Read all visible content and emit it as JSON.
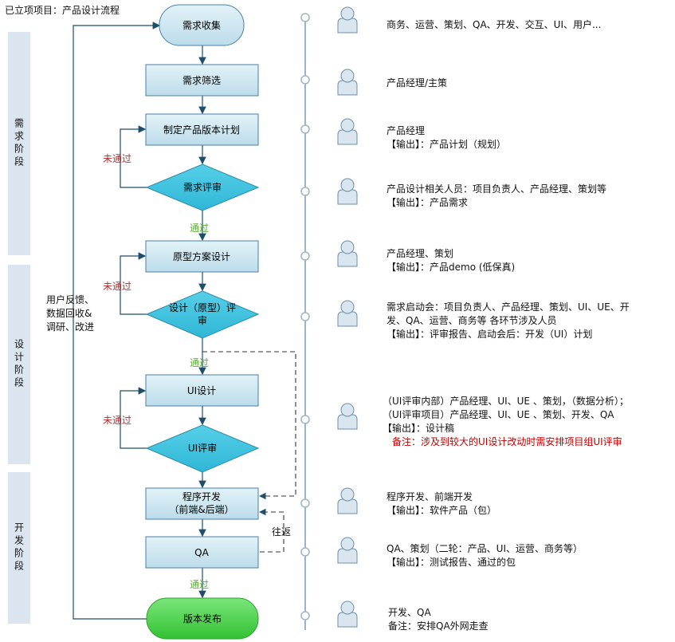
{
  "header": {
    "title": "已立项项目：产品设计流程"
  },
  "phases": [
    {
      "label": "需求阶段"
    },
    {
      "label": "设计阶段"
    },
    {
      "label": "开发阶段"
    }
  ],
  "feedback_loop": {
    "label": "用户反馈、数据回收&调研、改进"
  },
  "nodes": {
    "collect": "需求收集",
    "filter": "需求筛选",
    "plan": "制定产品版本计划",
    "req_review": "需求评审",
    "prototype": "原型方案设计",
    "design_review_line1": "设计（原型）评",
    "design_review_line2": "审",
    "ui_design": "UI设计",
    "ui_review": "UI评审",
    "dev_line1": "程序开发",
    "dev_line2": "（前端&后端）",
    "qa": "QA",
    "release": "版本发布"
  },
  "edge_labels": {
    "not_passed": "未通过",
    "passed": "通过",
    "round_trip": "往返"
  },
  "participants": [
    {
      "lines": [
        "商务、运营、策划、QA、开发、交互、UI、用户..."
      ]
    },
    {
      "lines": [
        "产品经理/主策"
      ]
    },
    {
      "lines": [
        "产品经理",
        "【输出】：产品计划（规划）"
      ]
    },
    {
      "lines": [
        "产品设计相关人员：项目负责人、产品经理、策划等",
        "【输出】：产品需求"
      ]
    },
    {
      "lines": [
        "产品经理、策划",
        "【输出】：产品demo (低保真)"
      ]
    },
    {
      "lines": [
        "需求启动会：项目负责人、产品经理、策划、UI、UE、开",
        "发、QA、运营、商务等 各环节涉及人员",
        "【输出】：评审报告、启动会后：开发（UI）计划"
      ]
    },
    {
      "lines": [
        "（UI评审内部）产品经理、UI、UE 、策划，（数据分析）；",
        "（UI评审项目）产品经理、UI、UE 、策划、开发、QA",
        "【输出】：设计稿"
      ],
      "note": "备注：涉及到较大的UI设计改动时需安排项目组UI评审"
    },
    {
      "lines": [
        "程序开发、前端开发",
        "【输出】：软件产品（包）"
      ]
    },
    {
      "lines": [
        "QA、策划（二轮：产品、UI、运营、商务等）",
        "【输出】：测试报告、通过的包"
      ]
    },
    {
      "lines": [
        "开发、QA",
        "备注：安排QA外网走查"
      ]
    }
  ],
  "colors": {
    "process_fill": "#c9e4f0",
    "process_border": "#4a7ea8",
    "decision_fill": "#3ec3e0",
    "terminal_blue": "#c9e4f0",
    "terminal_green": "#4cd24c",
    "phase_fill": "#dbe5f0",
    "not_passed_text": "#b03030",
    "passed_text": "#58b030",
    "note_red": "#c00000",
    "timeline": "#9ab4c8"
  }
}
